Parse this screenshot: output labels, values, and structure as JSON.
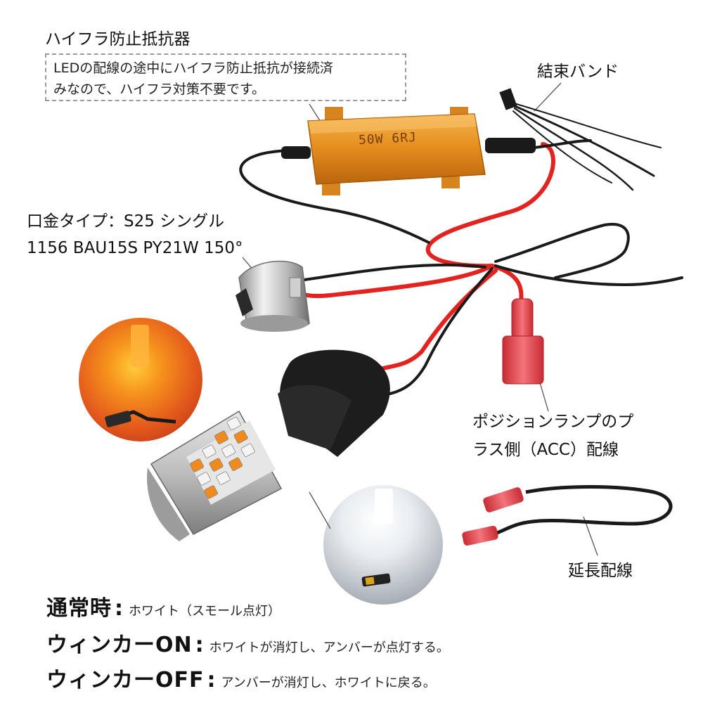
{
  "resistor": {
    "title": "ハイフラ防止抵抗器",
    "note_line1": "LEDの配線の途中にハイフラ防止抵抗が接続済",
    "note_line2": "みなので、ハイフラ対策不要です。",
    "marking": "50W 6RJ"
  },
  "cable_tie": {
    "label": "結束バンド"
  },
  "base_type": {
    "line1": "口金タイプ：S25 シングル",
    "line2": "1156 BAU15S PY21W 150°"
  },
  "position_wire": {
    "line1": "ポジションランプのプ",
    "line2": "ラス側（ACC）配線"
  },
  "extension": {
    "label": "延長配線"
  },
  "modes": [
    {
      "head": "通常時",
      "desc": "ホワイト（スモール点灯）"
    },
    {
      "head": "ウィンカーON",
      "desc": "ホワイトが消灯し、アンバーが点灯する。"
    },
    {
      "head": "ウィンカーOFF",
      "desc": "アンバーが消灯し、ホワイトに戻る。"
    }
  ],
  "colors": {
    "amber": "#f08a1c",
    "resistor_gold": "#e99a2a",
    "wire_red": "#e2231f",
    "wire_black": "#1a1a1a",
    "connector_red": "#e9424a",
    "socket_black": "#1d1d1d"
  }
}
